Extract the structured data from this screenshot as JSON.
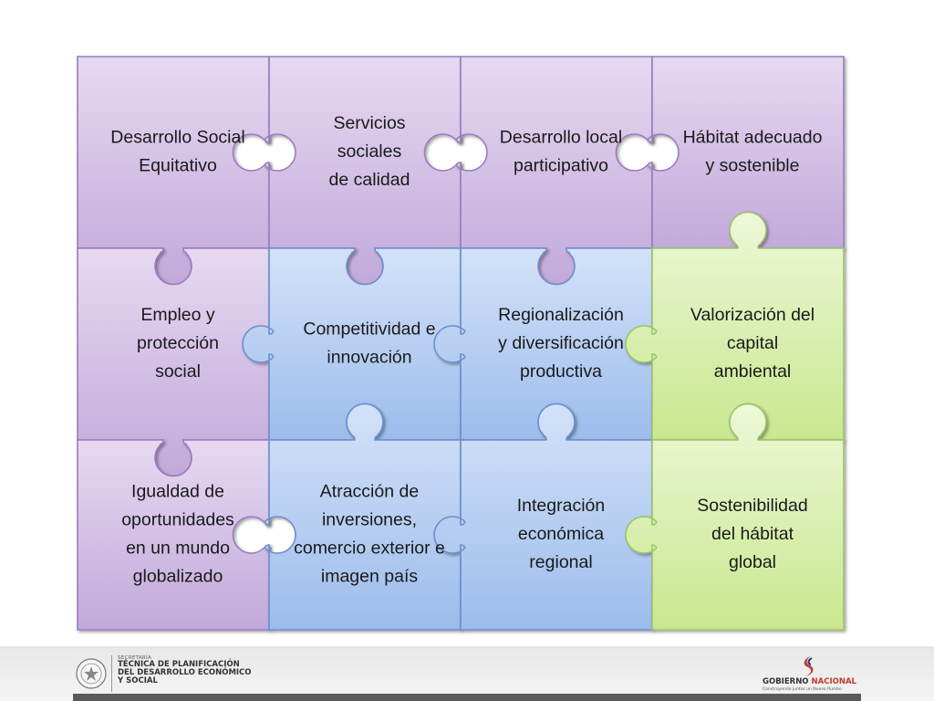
{
  "colors": {
    "purple_piece": "#cdb6e0",
    "blue_piece": "#acc7ef",
    "green_piece": "#d4eda5",
    "purple_border": "#9a7cc0",
    "blue_border": "#6d8fcc",
    "green_border": "#9cc46b"
  },
  "pieces": [
    {
      "id": "desarrollo-social-equitativo",
      "color": "purple",
      "lines": [
        "Desarrollo Social",
        "Equitativo"
      ]
    },
    {
      "id": "servicios-sociales",
      "color": "purple",
      "lines": [
        "Servicios",
        "sociales",
        "de calidad"
      ]
    },
    {
      "id": "desarrollo-local-participativo",
      "color": "purple",
      "lines": [
        "Desarrollo local",
        "participativo"
      ]
    },
    {
      "id": "habitat-adecuado",
      "color": "purple",
      "lines": [
        "Hábitat adecuado",
        "y sostenible"
      ]
    },
    {
      "id": "empleo-proteccion-social",
      "color": "purple",
      "lines": [
        "Empleo y",
        "protección",
        "social"
      ]
    },
    {
      "id": "competitividad-innovacion",
      "color": "blue",
      "lines": [
        "Competitividad e",
        "innovación"
      ]
    },
    {
      "id": "regionalizacion",
      "color": "blue",
      "lines": [
        "Regionalización",
        "y diversificación",
        "productiva"
      ]
    },
    {
      "id": "valorizacion-capital-ambiental",
      "color": "green",
      "lines": [
        "Valorización del",
        "capital",
        "ambiental"
      ]
    },
    {
      "id": "igualdad-oportunidades",
      "color": "purple",
      "lines": [
        "Igualdad de",
        "oportunidades",
        "en un mundo",
        "globalizado"
      ]
    },
    {
      "id": "atraccion-inversiones",
      "color": "blue",
      "lines": [
        "Atracción de",
        "inversiones,",
        "comercio exterior e",
        "imagen país"
      ]
    },
    {
      "id": "integracion-economica",
      "color": "blue",
      "lines": [
        "Integración",
        "económica",
        "regional"
      ]
    },
    {
      "id": "sostenibilidad-habitat-global",
      "color": "green",
      "lines": [
        "Sostenibilidad",
        "del hábitat",
        "global"
      ]
    }
  ],
  "footer": {
    "secretaria_small": "SECRETARÍA",
    "secretaria_name": "TÉCNICA DE PLANIFICACIÓN\nDEL DESARROLLO ECONÓMICO\nY SOCIAL",
    "gobierno_first": "GOBIERNO",
    "gobierno_second": "NACIONAL",
    "gobierno_slogan": "Construyendo juntos un Nuevo Rumbo"
  }
}
